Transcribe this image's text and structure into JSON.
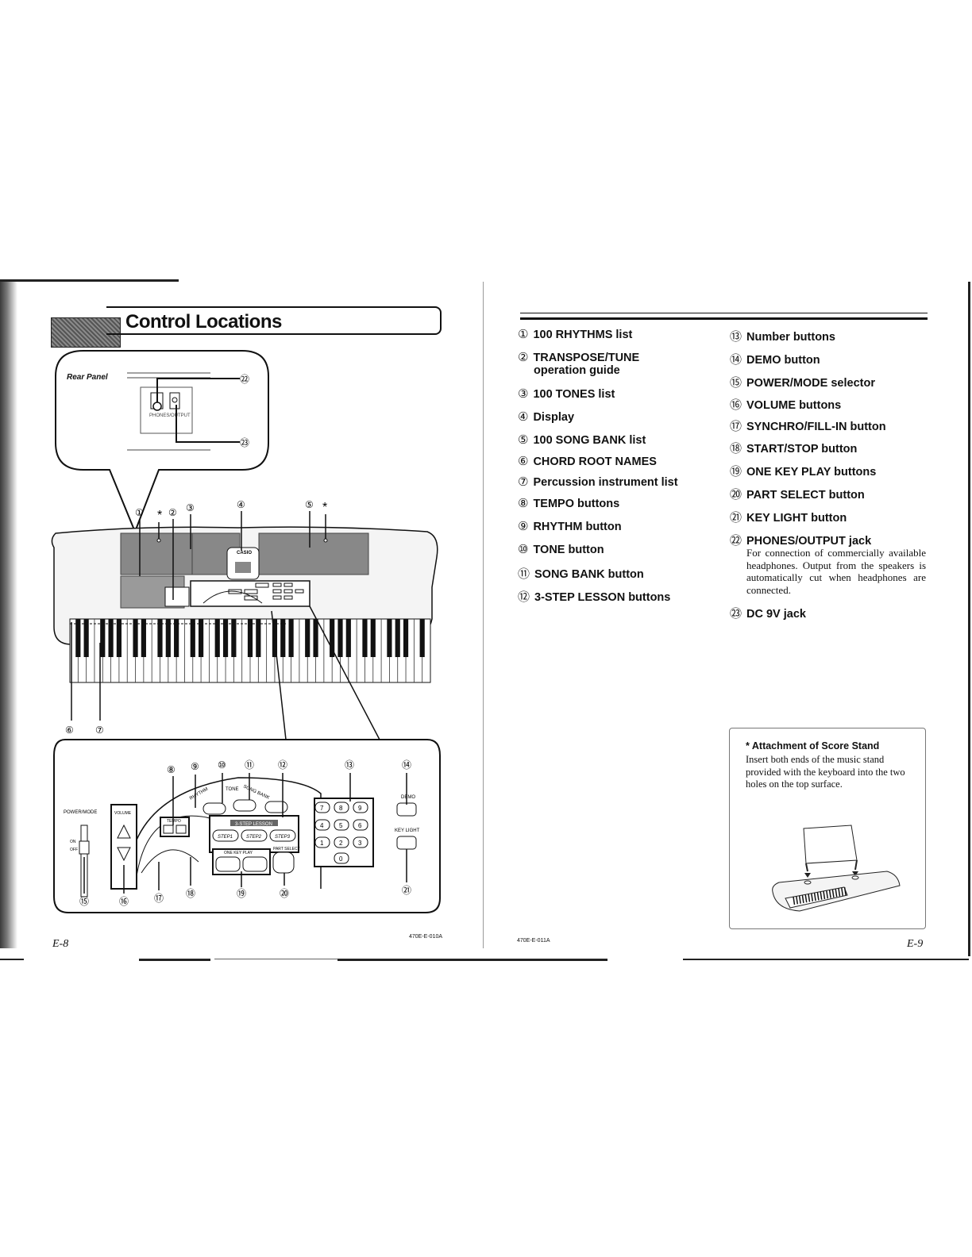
{
  "page": {
    "title": "Control Locations",
    "rear_panel_label": "Rear Panel",
    "footer_left": "E-8",
    "footer_left_code": "470E-E-010A",
    "footer_right_code": "470E-E-011A",
    "footer_right": "E-9"
  },
  "diagram": {
    "top_callouts": [
      "①",
      "*",
      "②",
      "③",
      "④",
      "⑤",
      "*"
    ],
    "side_callouts": [
      "⑥",
      "⑦"
    ],
    "rear_callouts": [
      "㉒",
      "㉓"
    ],
    "detail_top_callouts": [
      "⑧",
      "⑨",
      "⑩",
      "⑪",
      "⑫",
      "⑬",
      "⑭"
    ],
    "detail_bottom_callouts": [
      "⑮",
      "⑯",
      "⑰",
      "⑱",
      "⑲",
      "⑳",
      "㉑"
    ],
    "panel_labels": {
      "power_mode": "POWER/MODE",
      "volume": "VOLUME",
      "demo": "DEMO",
      "key_light": "KEY LIGHT",
      "tempo": "TEMPO",
      "lesson": "3-STEP LESSON",
      "step1": "STEP1",
      "step2": "STEP2",
      "step3": "STEP3",
      "one_key_play": "ONE KEY PLAY",
      "part_select": "PART SELECT",
      "casio": "CASIO",
      "rhythm": "RHYTHM",
      "tone": "TONE",
      "song_bank": "SONG BANK",
      "on": "ON",
      "off": "OFF",
      "phones_output": "PHONES/OUTPUT",
      "keypad": [
        "7",
        "8",
        "9",
        "4",
        "5",
        "6",
        "1",
        "2",
        "3",
        "0"
      ]
    }
  },
  "left_list": [
    {
      "n": "①",
      "label": "100 RHYTHMS list"
    },
    {
      "n": "②",
      "label": "TRANSPOSE/TUNE",
      "label2": "operation guide"
    },
    {
      "n": "③",
      "label": "100 TONES list"
    },
    {
      "n": "④",
      "label": "Display"
    },
    {
      "n": "⑤",
      "label": "100 SONG BANK list"
    },
    {
      "n": "⑥",
      "label": "CHORD ROOT NAMES"
    },
    {
      "n": "⑦",
      "label": "Percussion instrument list"
    },
    {
      "n": "⑧",
      "label": "TEMPO buttons"
    },
    {
      "n": "⑨",
      "label": "RHYTHM button"
    },
    {
      "n": "⑩",
      "label": "TONE button"
    },
    {
      "n": "⑪",
      "label": "SONG BANK button"
    },
    {
      "n": "⑫",
      "label": "3-STEP LESSON buttons"
    }
  ],
  "right_list": [
    {
      "n": "⑬",
      "label": "Number buttons"
    },
    {
      "n": "⑭",
      "label": "DEMO button"
    },
    {
      "n": "⑮",
      "label": "POWER/MODE selector"
    },
    {
      "n": "⑯",
      "label": "VOLUME buttons"
    },
    {
      "n": "⑰",
      "label": "SYNCHRO/FILL-IN button"
    },
    {
      "n": "⑱",
      "label": "START/STOP button"
    },
    {
      "n": "⑲",
      "label": "ONE KEY PLAY buttons"
    },
    {
      "n": "⑳",
      "label": "PART SELECT button"
    },
    {
      "n": "㉑",
      "label": "KEY LIGHT button"
    },
    {
      "n": "㉒",
      "label": "PHONES/OUTPUT jack",
      "desc": "For connection of commercially available headphones. Output from the speakers is automatically cut when headphones are connected."
    },
    {
      "n": "㉓",
      "label": "DC 9V jack"
    }
  ],
  "score_stand": {
    "heading": "* Attachment of Score Stand",
    "text": "Insert both ends of the music stand provided with the keyboard into the two holes on the top surface."
  }
}
